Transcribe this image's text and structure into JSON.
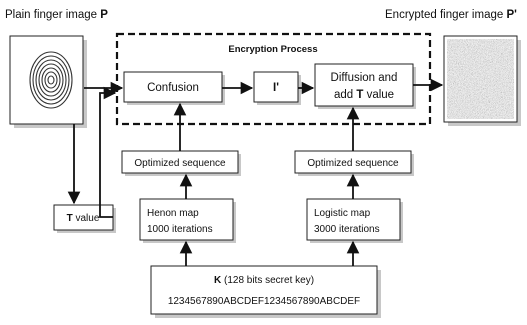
{
  "titles": {
    "plain_prefix": "Plain finger image",
    "plain_symbol": "P",
    "encrypted_prefix": "Encrypted finger image",
    "encrypted_symbol": "P'"
  },
  "encryption_process": {
    "title": "Encryption Process",
    "confusion": "Confusion",
    "intermediate": "I'",
    "diffusion_line1": "Diffusion and",
    "diffusion_line2_prefix": "add",
    "diffusion_line2_symbol": "T",
    "diffusion_line2_suffix": "value"
  },
  "t_value": {
    "symbol": "T",
    "suffix": "value"
  },
  "optimized_left": "Optimized sequence",
  "optimized_right": "Optimized sequence",
  "henon": {
    "line1": "Henon map",
    "line2": "1000 iterations"
  },
  "logistic": {
    "line1": "Logistic map",
    "line2": "3000 iterations"
  },
  "key": {
    "symbol": "K",
    "description": "(128 bits secret key)",
    "value": "1234567890ABCDEF1234567890ABCDEF"
  },
  "colors": {
    "stroke": "#222222",
    "shadow": "#c8c8c8",
    "noise": "#8a8a8a"
  },
  "icons": {
    "fingerprint": "fingerprint-icon",
    "encrypted_image": "noise-image"
  }
}
